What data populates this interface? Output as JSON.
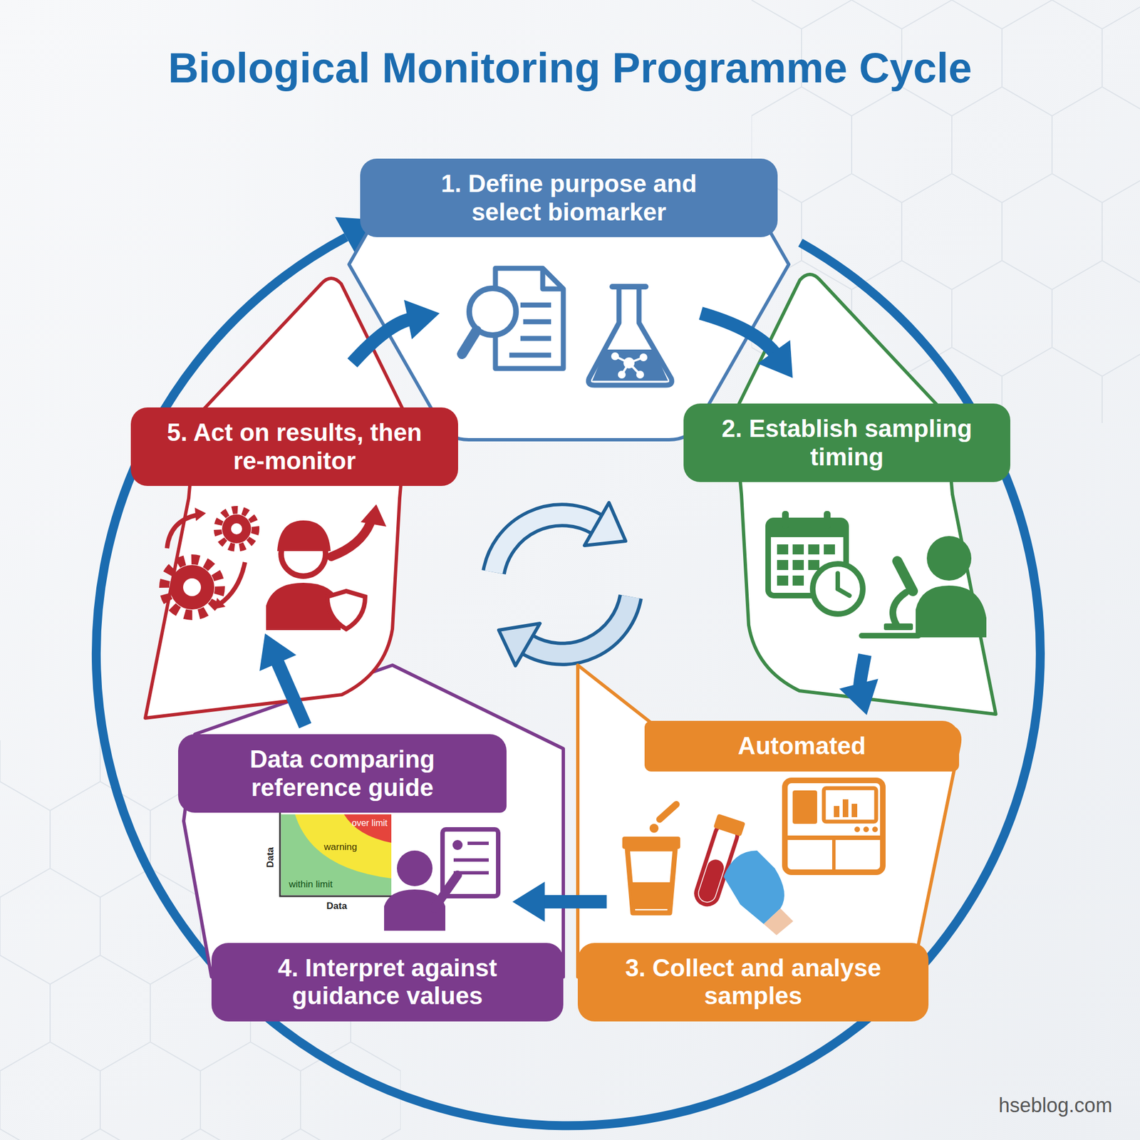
{
  "diagram": {
    "title": "Biological Monitoring Programme Cycle",
    "nodes": [
      {
        "text": [
          "1. Define purpose and select biomarker"
        ]
      },
      {
        "text": [
          "2. Establish sampling timing"
        ]
      },
      {
        "text": [
          "Automated",
          "3. Collect and analyse samples"
        ]
      },
      {
        "text": [
          "Data comparing reference guide",
          "4. Interpret against guidance values"
        ]
      },
      {
        "text": [
          "5. Act on results, then re-monitor"
        ]
      }
    ],
    "edges": [
      {
        "from": 0,
        "to": 1,
        "arrow": "to"
      },
      {
        "from": 1,
        "to": 2,
        "arrow": "to"
      },
      {
        "from": 2,
        "to": 3,
        "arrow": "to"
      },
      {
        "from": 3,
        "to": 4,
        "arrow": "to"
      },
      {
        "from": 4,
        "to": 0,
        "arrow": "to"
      }
    ],
    "labels": [
      "over limit",
      "warning",
      "within limit",
      "Data",
      "Data",
      "hseblog.com"
    ]
  }
}
